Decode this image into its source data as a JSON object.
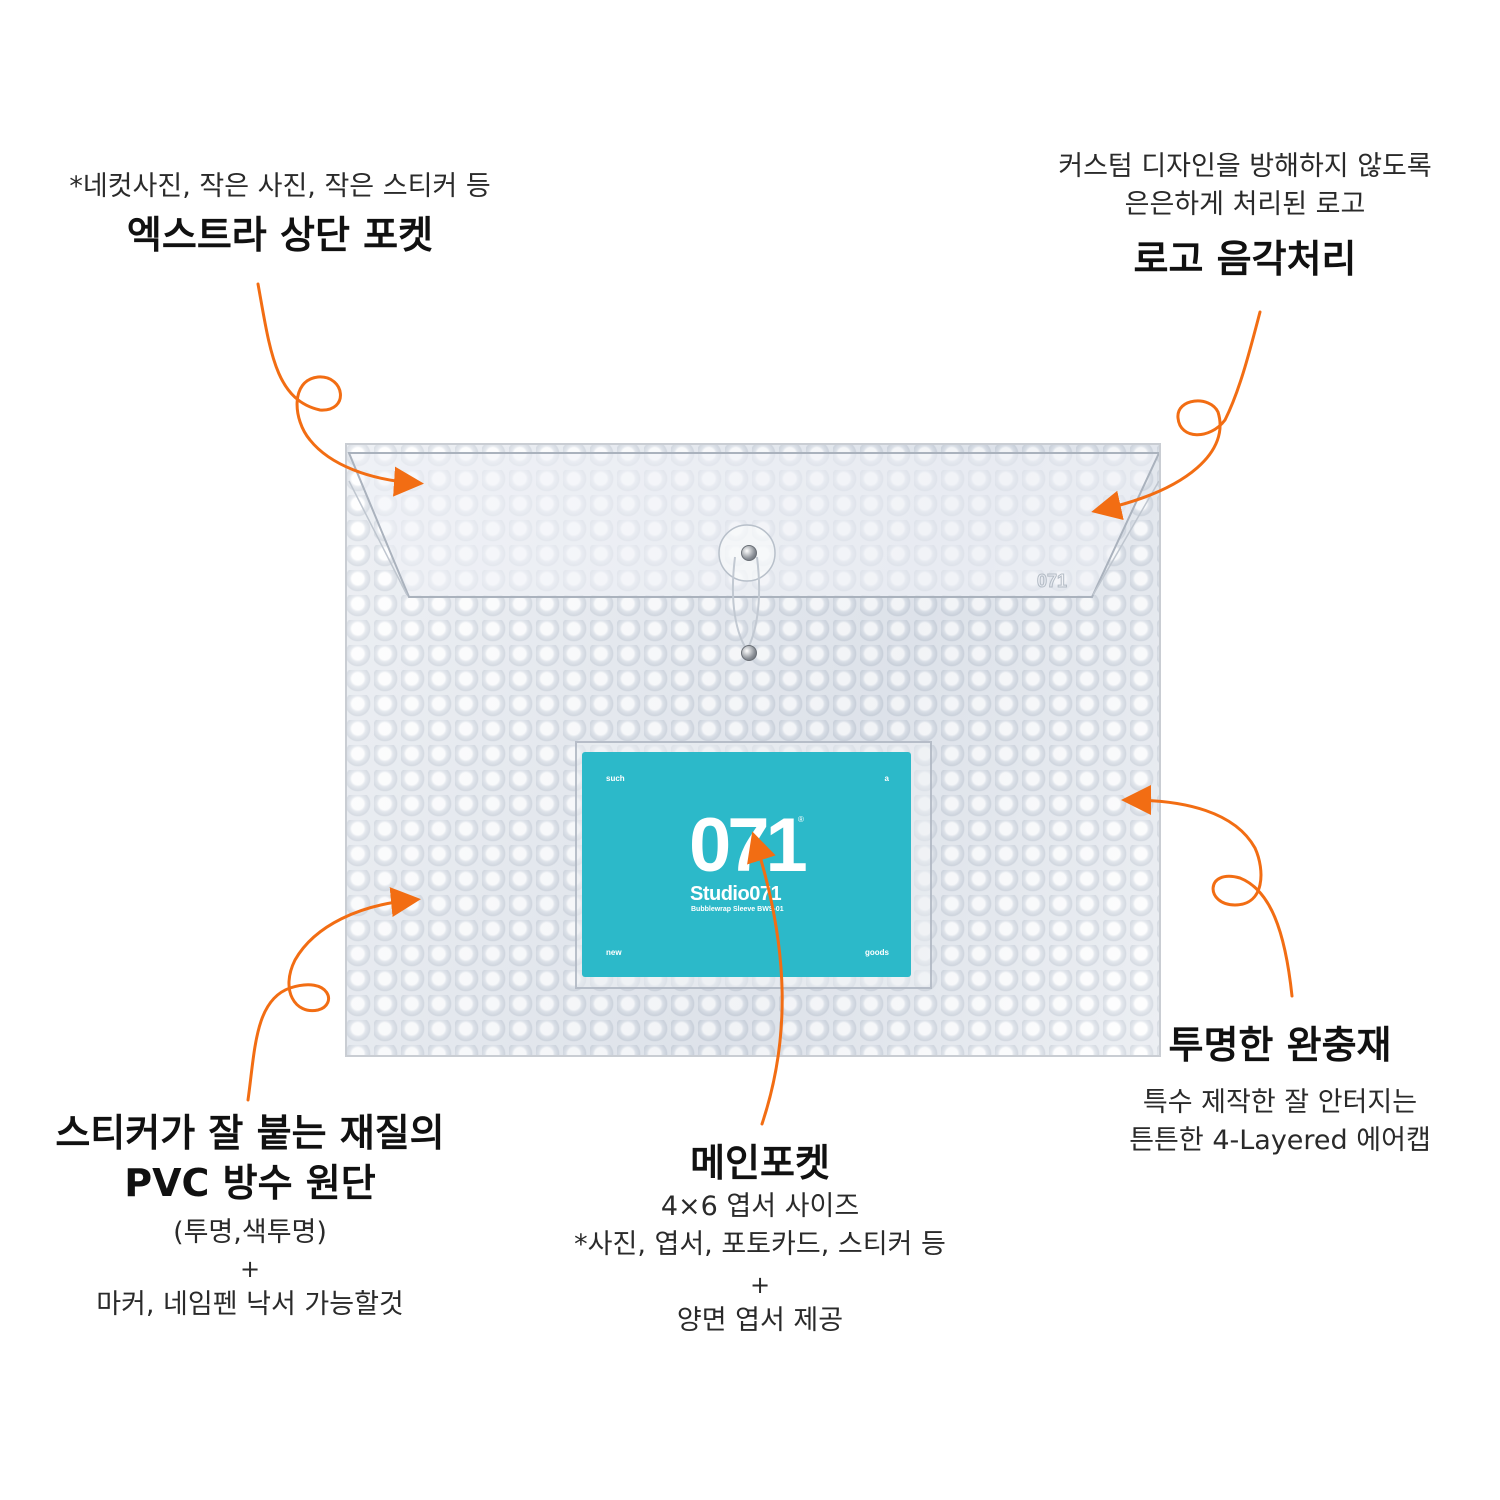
{
  "annotations": {
    "top_left": {
      "note": "*네컷사진, 작은 사진, 작은 스티커 등",
      "title": "엑스트라 상단 포켓"
    },
    "top_right": {
      "line1": "커스텀 디자인을 방해하지 않도록",
      "line2": "은은하게 처리된 로고",
      "title": "로고 음각처리"
    },
    "bottom_left": {
      "title1": "스티커가 잘 붙는 재질의",
      "title2": "PVC 방수 원단",
      "note": "(투명,색투명)",
      "plus": "+",
      "extra": "마커, 네임펜 낙서 가능할것"
    },
    "bottom_center": {
      "title": "메인포켓",
      "line1": "4×6 엽서 사이즈",
      "line2": "*사진, 엽서, 포토카드, 스티커 등",
      "plus": "+",
      "line3": "양면 엽서 제공"
    },
    "bottom_right": {
      "title": "투명한 완충재",
      "line1": "특수 제작한 잘 안터지는",
      "line2": "튼튼한 4-Layered 에어캡"
    }
  },
  "product": {
    "flap_logo": "071",
    "card": {
      "corner_tl": "such",
      "corner_tr": "a",
      "corner_bl": "new",
      "corner_br": "goods",
      "number": "071",
      "registered": "®",
      "brand": "Studio071",
      "model": "Bubblewrap Sleeve BWS-01"
    }
  },
  "colors": {
    "arrow": "#f26d13",
    "card": "#2cb9c9"
  }
}
